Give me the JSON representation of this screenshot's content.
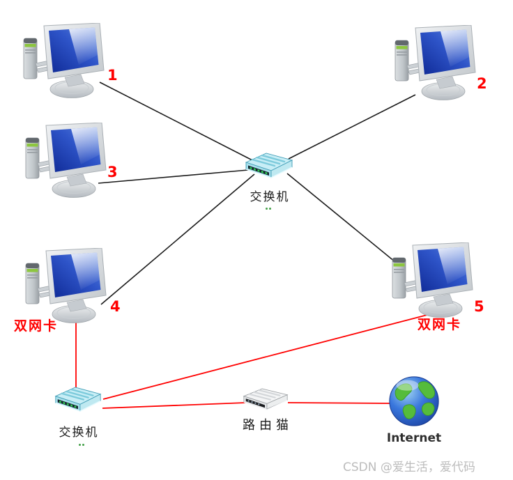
{
  "diagram": {
    "computers": [
      {
        "number": "1"
      },
      {
        "number": "2"
      },
      {
        "number": "3"
      },
      {
        "number": "4",
        "note": "双网卡"
      },
      {
        "number": "5",
        "note": "双网卡"
      }
    ],
    "central_switch": {
      "label": "交换机"
    },
    "lan_switch": {
      "label": "交换机"
    },
    "modem": {
      "label": "路由猫"
    },
    "internet": {
      "label": "Internet"
    },
    "watermark": "CSDN @爱生活，爱代码",
    "colors": {
      "lan_link": "#1a1a1a",
      "wan_link": "#ff0000",
      "accent_label": "#ff0000",
      "switch_body": "#a8e0ec",
      "modem_body": "#e3e5e7",
      "globe_ocean": "#2257c9",
      "globe_land": "#55bc3c"
    }
  }
}
